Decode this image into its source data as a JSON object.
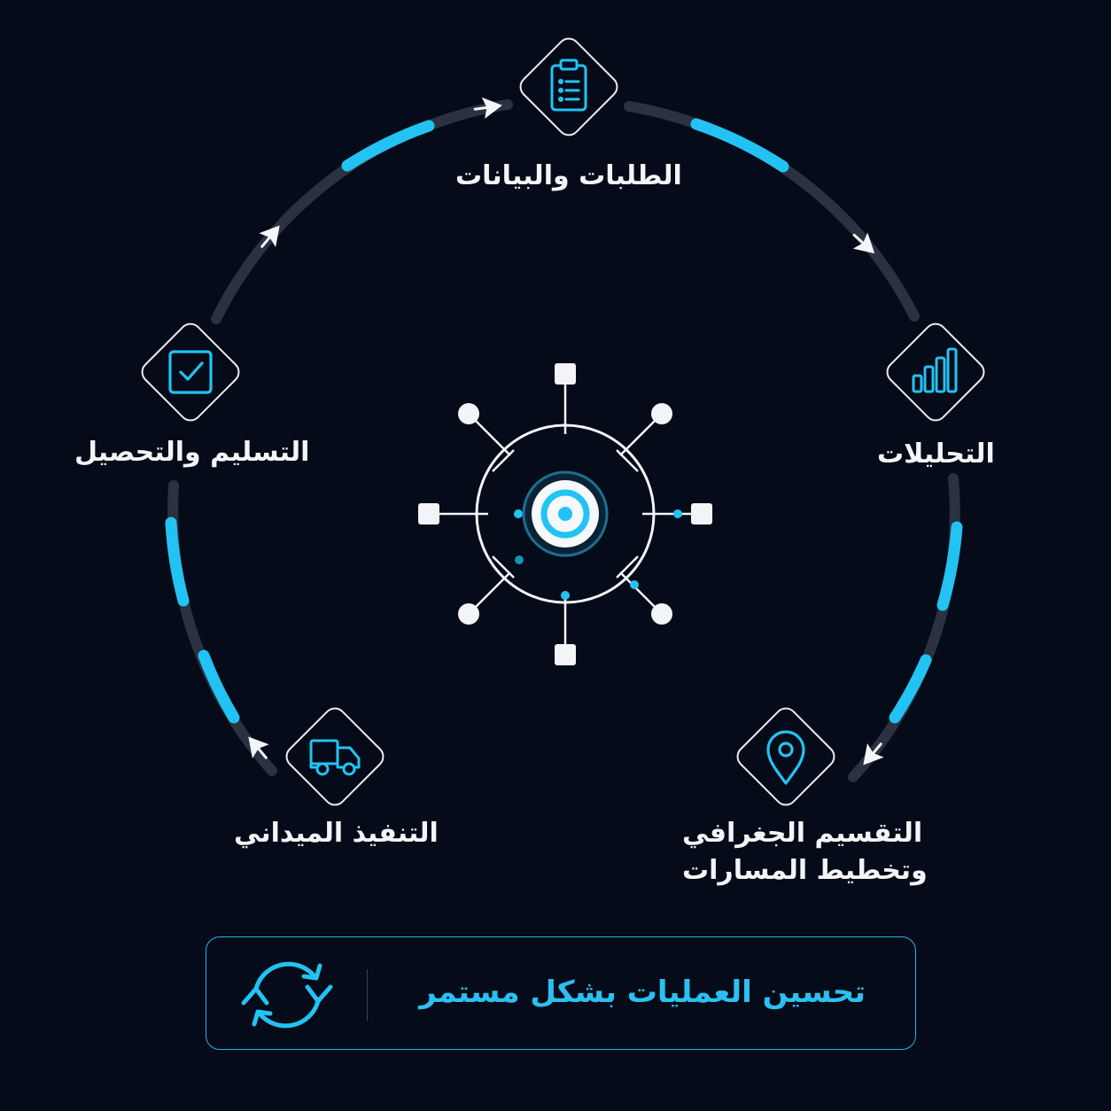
{
  "stages": {
    "requests": "الطلبات والبيانات",
    "analytics": "التحليلات",
    "routing_line1": "التقسيم الجغرافي",
    "routing_line2": "وتخطيط المسارات",
    "field": "التنفيذ الميداني",
    "delivery": "التسليم والتحصيل"
  },
  "footer": {
    "label": "تحسين العمليات بشكل مستمر"
  },
  "icons": {
    "requests": "clipboard-list-icon",
    "analytics": "bar-chart-icon",
    "routing": "map-pin-icon",
    "field": "delivery-truck-icon",
    "delivery": "check-square-icon",
    "footer": "refresh-cycle-icon",
    "center": "network-hub-icon"
  },
  "colors": {
    "background": "#050b18",
    "accent": "#22c3f3",
    "track": "#2a3140",
    "text": "#f3f5f8",
    "node": "#f2f4f7"
  }
}
